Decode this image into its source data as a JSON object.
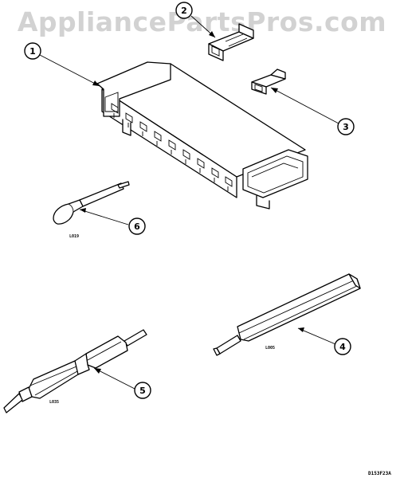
{
  "watermark": "AppliancePartsPros.com",
  "callouts": [
    {
      "id": "1",
      "label": "1"
    },
    {
      "id": "2",
      "label": "2"
    },
    {
      "id": "3",
      "label": "3"
    },
    {
      "id": "4",
      "label": "4"
    },
    {
      "id": "5",
      "label": "5"
    },
    {
      "id": "6",
      "label": "6"
    }
  ],
  "part_codes": {
    "extractor_small": "L019",
    "pin_tool": "L005",
    "insertion_tool": "L035"
  },
  "diagram_ref": "D153F23A"
}
